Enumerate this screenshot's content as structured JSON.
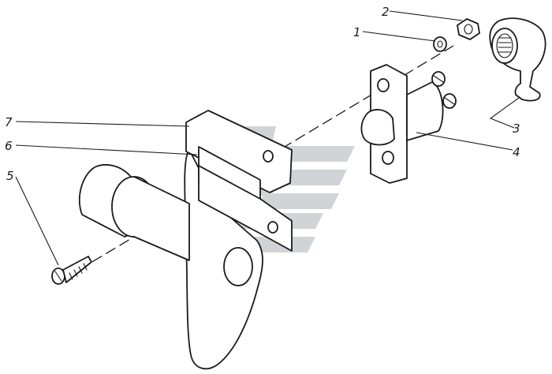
{
  "diagram": {
    "type": "exploded-assembly",
    "callouts": [
      {
        "id": "callout-1",
        "label": "1",
        "part": "washer"
      },
      {
        "id": "callout-2",
        "label": "2",
        "part": "nut"
      },
      {
        "id": "callout-3",
        "label": "3",
        "part": "rubber-boot"
      },
      {
        "id": "callout-4",
        "label": "4",
        "part": "switch"
      },
      {
        "id": "callout-5",
        "label": "5",
        "part": "screw"
      },
      {
        "id": "callout-6",
        "label": "6",
        "part": "bracket"
      },
      {
        "id": "callout-7",
        "label": "7",
        "part": "mounting-plate"
      }
    ],
    "colors": {
      "ink": "#1a1a1a",
      "watermark": "#c9ccd0"
    }
  }
}
